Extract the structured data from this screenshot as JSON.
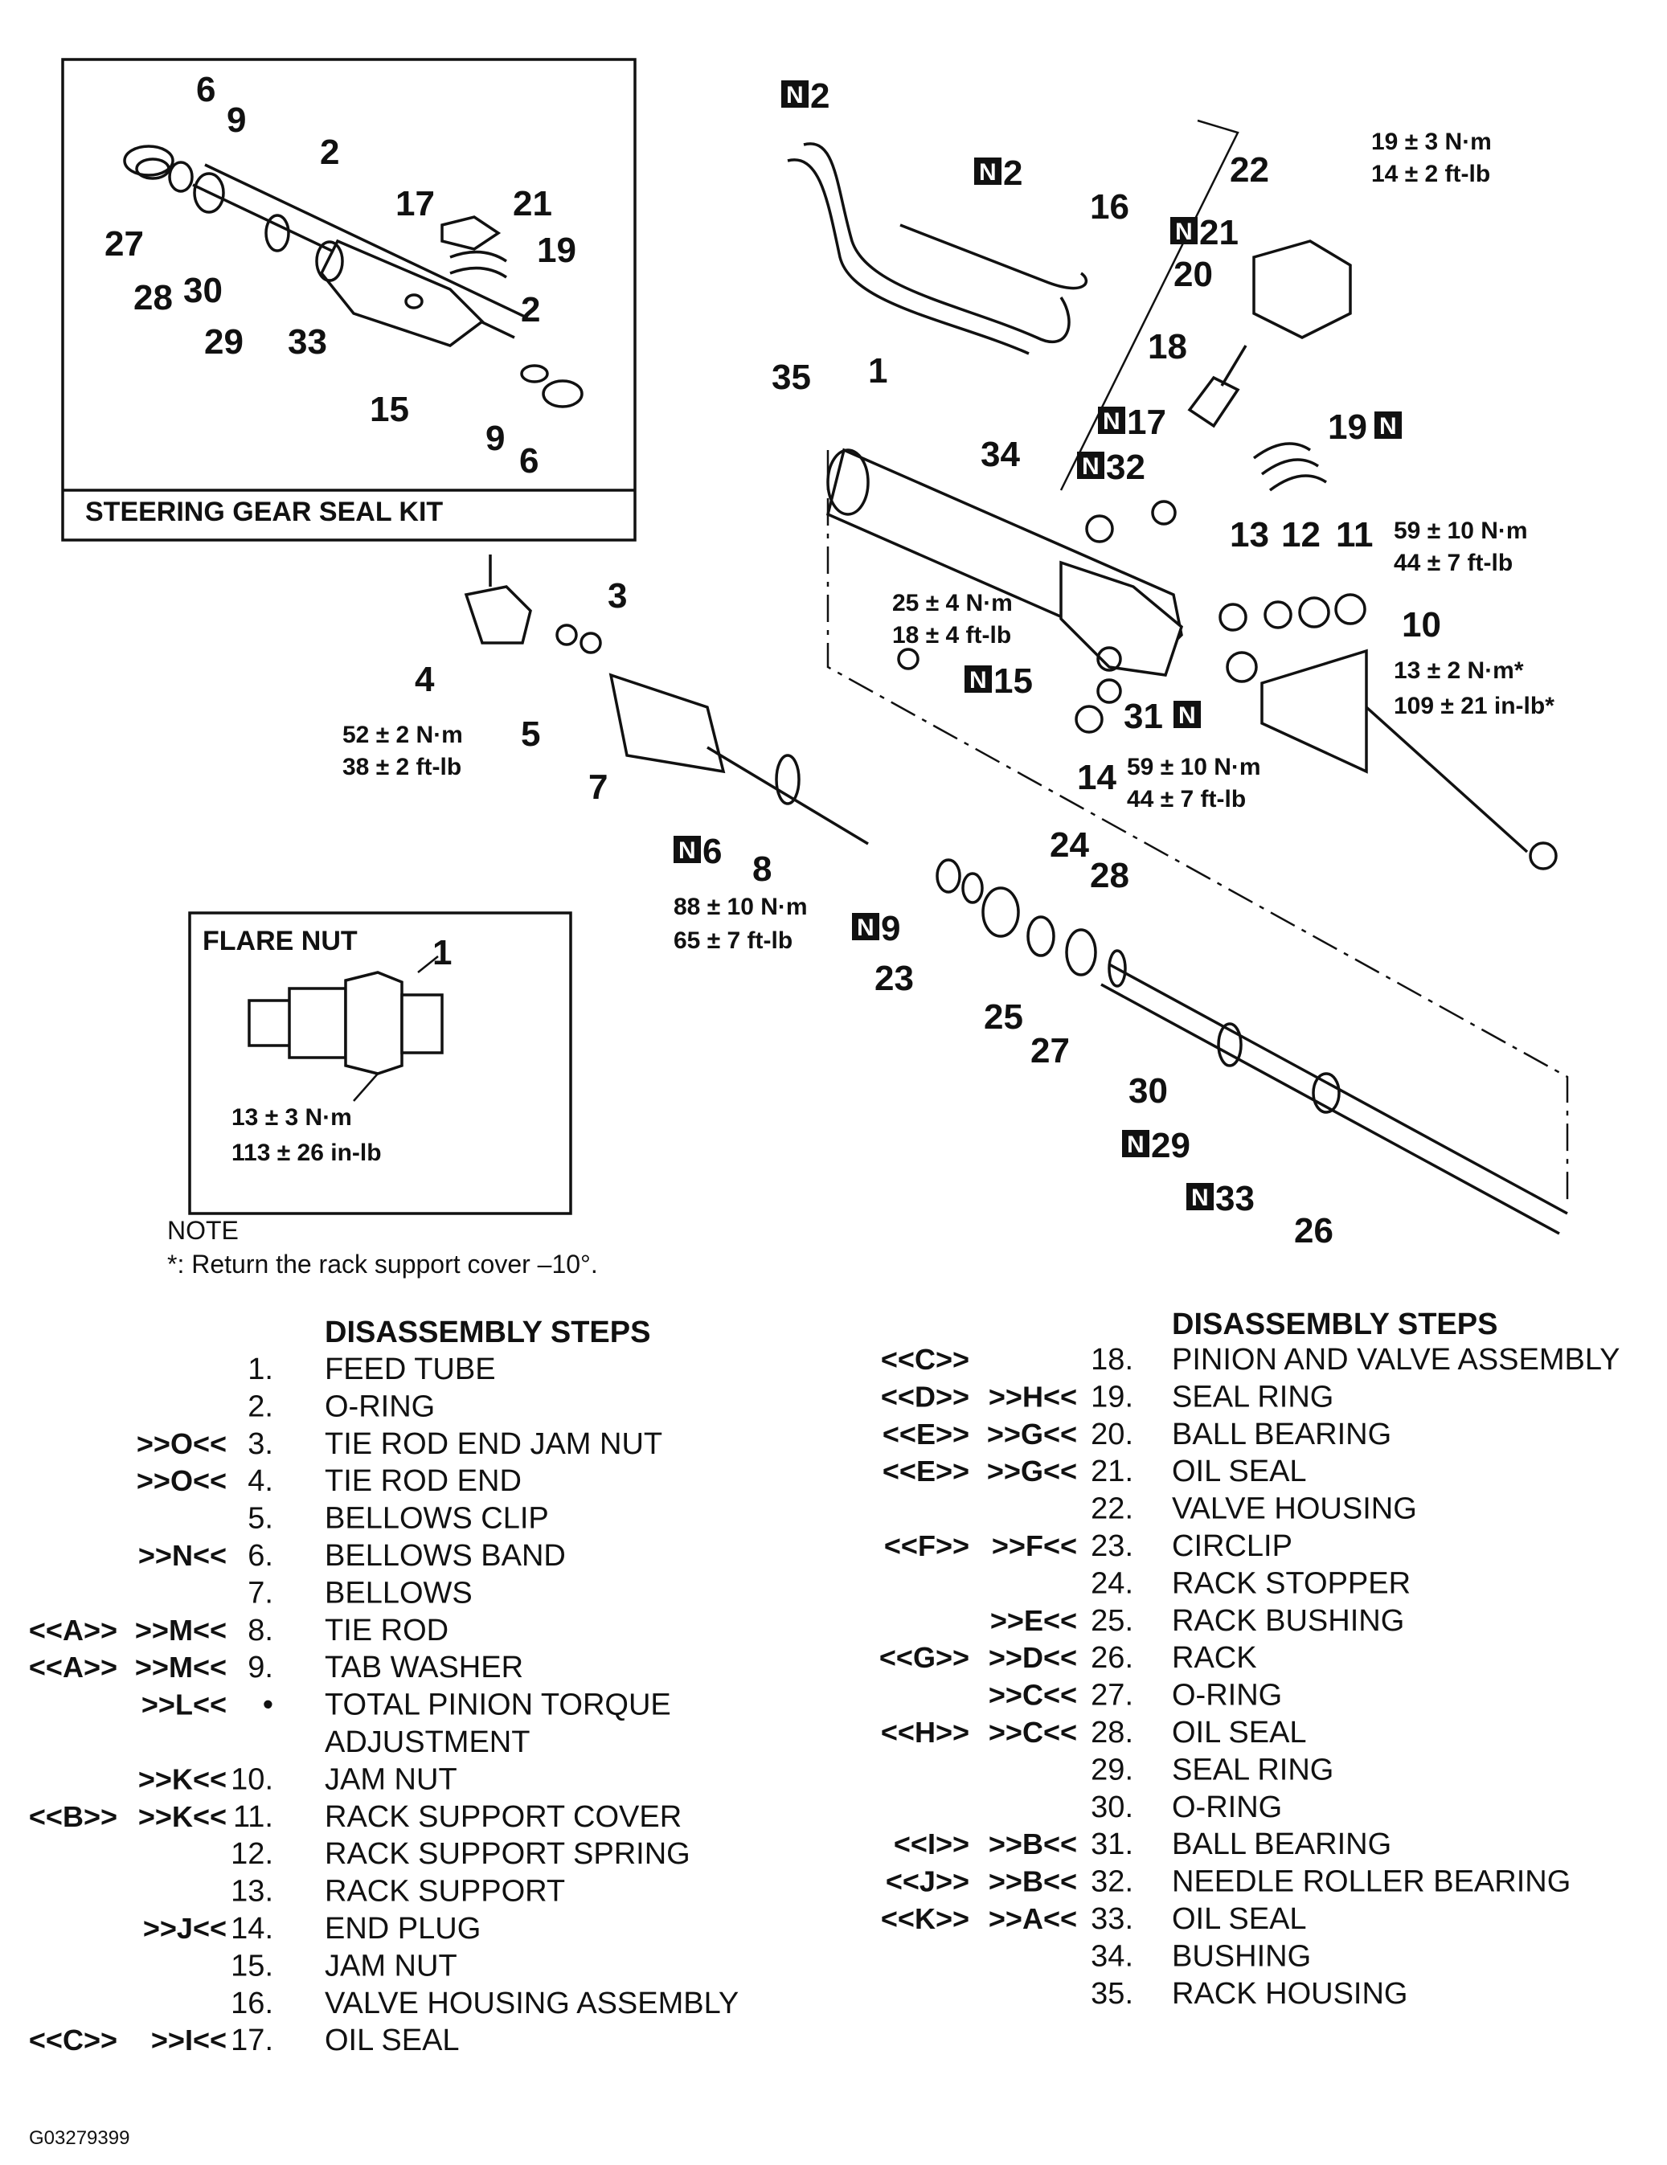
{
  "inset_seal_kit": {
    "title": "STEERING GEAR SEAL KIT",
    "callouts": [
      "6",
      "9",
      "2",
      "27",
      "28",
      "30",
      "29",
      "33",
      "17",
      "21",
      "19",
      "2",
      "15",
      "9",
      "6"
    ]
  },
  "inset_flare_nut": {
    "title": "FLARE NUT",
    "callout": "1",
    "torque_nm": "13 ± 3 N·m",
    "torque_imp": "113 ± 26 in-lb"
  },
  "main_callouts": {
    "c2a": "2",
    "c2b": "2",
    "c16": "16",
    "c1": "1",
    "c22": "22",
    "c21": "21",
    "c20": "20",
    "c18": "18",
    "c19": "19",
    "c17": "17",
    "c32": "32",
    "c34": "34",
    "c35": "35",
    "c13": "13",
    "c12": "12",
    "c11": "11",
    "c10": "10",
    "c15": "15",
    "c31": "31",
    "c14": "14",
    "c3": "3",
    "c4": "4",
    "c5": "5",
    "c7": "7",
    "c6": "6",
    "c8": "8",
    "c9": "9",
    "c24": "24",
    "c28": "28",
    "c23": "23",
    "c25": "25",
    "c27": "27",
    "c30": "30",
    "c29": "29",
    "c33": "33",
    "c26": "26",
    "n_marker": "N"
  },
  "torques": {
    "t22_nm": "19 ± 3 N·m",
    "t22_ft": "14 ± 2 ft-lb",
    "t10_nm": "59 ± 10 N·m",
    "t10_ft": "44 ± 7 ft-lb",
    "t15_nm": "25 ± 4 N·m",
    "t15_ft": "18 ± 4 ft-lb",
    "t11_nm": "13 ± 2 N·m*",
    "t11_in": "109 ± 21 in-lb*",
    "t14_nm": "59 ± 10 N·m",
    "t14_ft": "44 ± 7 ft-lb",
    "t3_nm": "52 ± 2 N·m",
    "t3_ft": "38 ± 2 ft-lb",
    "t8_nm": "88 ± 10 N·m",
    "t8_ft": "65 ± 7 ft-lb"
  },
  "note": {
    "label": "NOTE",
    "text": "*: Return the rack support cover –10°."
  },
  "steps_left": {
    "heading": "DISASSEMBLY STEPS",
    "rows": [
      {
        "ref1": "",
        "ref2": "",
        "num": "1.",
        "name": "FEED TUBE"
      },
      {
        "ref1": "",
        "ref2": "",
        "num": "2.",
        "name": "O-RING"
      },
      {
        "ref1": "",
        "ref2": ">>O<<",
        "num": "3.",
        "name": "TIE ROD END JAM NUT"
      },
      {
        "ref1": "",
        "ref2": ">>O<<",
        "num": "4.",
        "name": "TIE ROD END"
      },
      {
        "ref1": "",
        "ref2": "",
        "num": "5.",
        "name": "BELLOWS CLIP"
      },
      {
        "ref1": "",
        "ref2": ">>N<<",
        "num": "6.",
        "name": "BELLOWS BAND"
      },
      {
        "ref1": "",
        "ref2": "",
        "num": "7.",
        "name": "BELLOWS"
      },
      {
        "ref1": "<<A>>",
        "ref2": ">>M<<",
        "num": "8.",
        "name": "TIE ROD"
      },
      {
        "ref1": "<<A>>",
        "ref2": ">>M<<",
        "num": "9.",
        "name": "TAB WASHER"
      },
      {
        "ref1": "",
        "ref2": ">>L<<",
        "num": "•",
        "name": "TOTAL PINION TORQUE"
      },
      {
        "ref1": "",
        "ref2": "",
        "num": "",
        "name": "ADJUSTMENT"
      },
      {
        "ref1": "",
        "ref2": ">>K<<",
        "num": "10.",
        "name": "JAM NUT"
      },
      {
        "ref1": "<<B>>",
        "ref2": ">>K<<",
        "num": "11.",
        "name": "RACK SUPPORT COVER"
      },
      {
        "ref1": "",
        "ref2": "",
        "num": "12.",
        "name": "RACK SUPPORT SPRING"
      },
      {
        "ref1": "",
        "ref2": "",
        "num": "13.",
        "name": "RACK SUPPORT"
      },
      {
        "ref1": "",
        "ref2": ">>J<<",
        "num": "14.",
        "name": "END PLUG"
      },
      {
        "ref1": "",
        "ref2": "",
        "num": "15.",
        "name": "JAM NUT"
      },
      {
        "ref1": "",
        "ref2": "",
        "num": "16.",
        "name": "VALVE HOUSING ASSEMBLY"
      },
      {
        "ref1": "<<C>>",
        "ref2": ">>I<<",
        "num": "17.",
        "name": "OIL SEAL"
      }
    ]
  },
  "steps_right": {
    "heading": "DISASSEMBLY STEPS",
    "rows": [
      {
        "ref1": "<<C>>",
        "ref2": "",
        "num": "18.",
        "name": "PINION AND VALVE ASSEMBLY"
      },
      {
        "ref1": "<<D>>",
        "ref2": ">>H<<",
        "num": "19.",
        "name": "SEAL RING"
      },
      {
        "ref1": "<<E>>",
        "ref2": ">>G<<",
        "num": "20.",
        "name": "BALL BEARING"
      },
      {
        "ref1": "<<E>>",
        "ref2": ">>G<<",
        "num": "21.",
        "name": "OIL SEAL"
      },
      {
        "ref1": "",
        "ref2": "",
        "num": "22.",
        "name": "VALVE HOUSING"
      },
      {
        "ref1": "<<F>>",
        "ref2": ">>F<<",
        "num": "23.",
        "name": "CIRCLIP"
      },
      {
        "ref1": "",
        "ref2": "",
        "num": "24.",
        "name": "RACK STOPPER"
      },
      {
        "ref1": "",
        "ref2": ">>E<<",
        "num": "25.",
        "name": "RACK BUSHING"
      },
      {
        "ref1": "<<G>>",
        "ref2": ">>D<<",
        "num": "26.",
        "name": "RACK"
      },
      {
        "ref1": "",
        "ref2": ">>C<<",
        "num": "27.",
        "name": "O-RING"
      },
      {
        "ref1": "<<H>>",
        "ref2": ">>C<<",
        "num": "28.",
        "name": "OIL SEAL"
      },
      {
        "ref1": "",
        "ref2": "",
        "num": "29.",
        "name": "SEAL RING"
      },
      {
        "ref1": "",
        "ref2": "",
        "num": "30.",
        "name": "O-RING"
      },
      {
        "ref1": "<<I>>",
        "ref2": ">>B<<",
        "num": "31.",
        "name": "BALL BEARING"
      },
      {
        "ref1": "<<J>>",
        "ref2": ">>B<<",
        "num": "32.",
        "name": "NEEDLE ROLLER BEARING"
      },
      {
        "ref1": "<<K>>",
        "ref2": ">>A<<",
        "num": "33.",
        "name": "OIL SEAL"
      },
      {
        "ref1": "",
        "ref2": "",
        "num": "34.",
        "name": "BUSHING"
      },
      {
        "ref1": "",
        "ref2": "",
        "num": "35.",
        "name": "RACK HOUSING"
      }
    ]
  },
  "figure_id": "G03279399"
}
